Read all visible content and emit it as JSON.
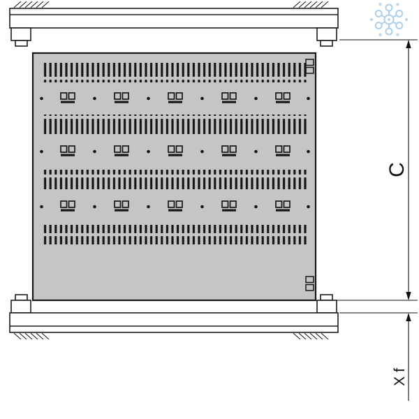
{
  "canvas": {
    "background": "#ffffff"
  },
  "colors": {
    "line": "#1c1c1c",
    "shelf_fill": "#c5c5c5",
    "slot_fill": "#161616",
    "watermark_blue": "#a6cbe6"
  },
  "icons": {
    "watermark": "network-nodes-logo-icon"
  },
  "dimension_labels": {
    "height": "C",
    "bottom_offset": "X f"
  },
  "drawing": {
    "vent_rows": 4,
    "fastener_rows": 3,
    "fasteners_per_row": 5,
    "dots_per_row": 6
  }
}
